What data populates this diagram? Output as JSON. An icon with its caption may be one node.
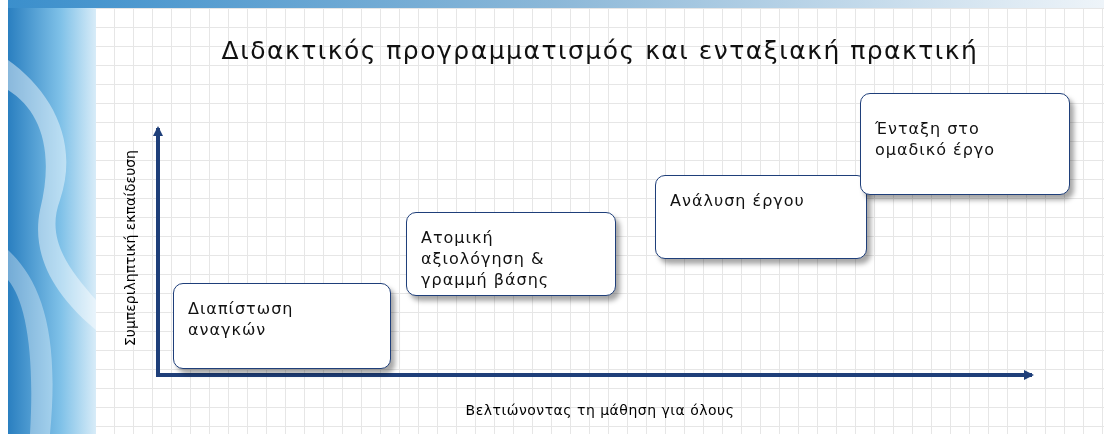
{
  "diagram": {
    "title": "Διδακτικός προγραμματισμός και ενταξιακή πρακτική",
    "nodes": [
      {
        "text": [
          "Διαπίστωση αναγκών"
        ]
      },
      {
        "text": [
          "Ατομική αξιολόγηση & γραμμή βάσης"
        ]
      },
      {
        "text": [
          "Ανάλυση έργου"
        ]
      },
      {
        "text": [
          "Ένταξη στο ομαδικό έργο"
        ]
      }
    ],
    "labels": [
      "Συμπεριληπτική εκπαίδευση",
      "Βελτιώνοντας τη μάθηση για όλους"
    ]
  }
}
